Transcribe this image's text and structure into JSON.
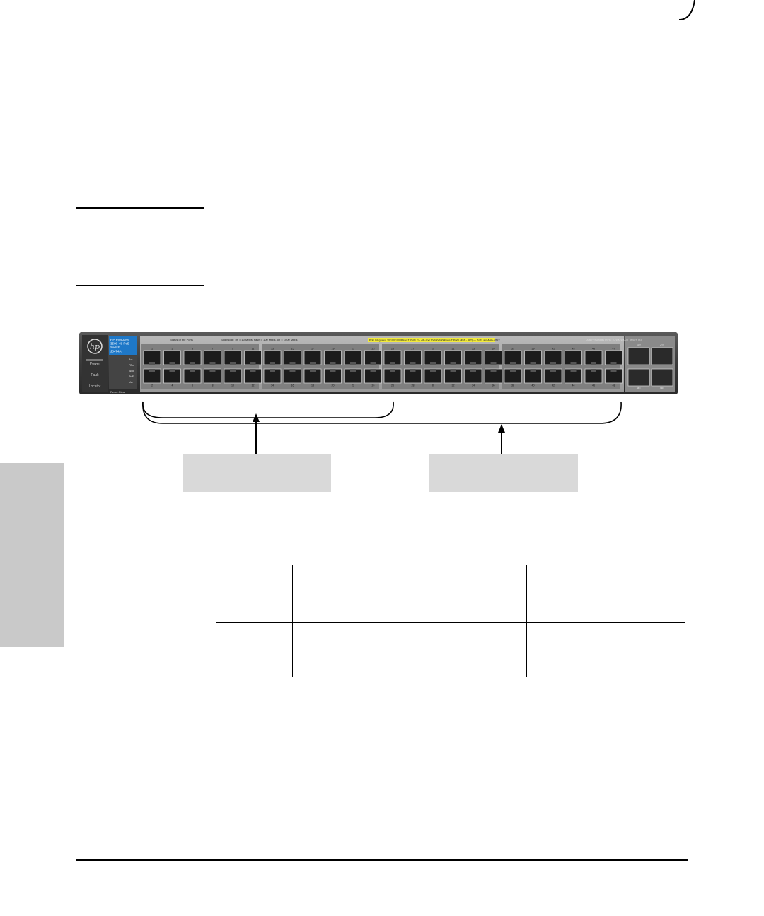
{
  "page": {
    "crop_mark": "corner-crop-mark",
    "rules": [
      "header-rule-top",
      "header-rule-bottom",
      "footer-rule"
    ],
    "side_tab": "chapter-side-tab"
  },
  "switch": {
    "brand_logo": "hp",
    "model_label": [
      "HP ProCurve",
      "3500-48-PoE",
      "Switch",
      "J8474A"
    ],
    "panel_text": {
      "lnk_header": "Status of the Ports",
      "legend": "Spd mode: off = 10 Mbps, flash = 100 Mbps, on = 1000 Mbps",
      "poe_header": "PoE Integrated 10/100/1000Base-T Ports (1 - 48) and 10/100/1000Base-T Ports (45T - 48T) — Ports are Auto-MDIX",
      "sfp_header": "Dual Personality Ports: 10/100/1000-T or SFP (B)",
      "left_buttons": [
        "Power",
        "Fault",
        "Locator"
      ],
      "mode_leds": [
        "Act",
        "FDx",
        "Spd",
        "PoE",
        "Usr"
      ],
      "reset_clear": "Reset  Clear"
    },
    "top_port_numbers": [
      "1",
      "3",
      "5",
      "7",
      "9",
      "11",
      "13",
      "15",
      "17",
      "19",
      "21",
      "23",
      "25",
      "27",
      "29",
      "31",
      "33",
      "35",
      "37",
      "39",
      "41",
      "43",
      "45",
      "47"
    ],
    "bottom_port_numbers": [
      "2",
      "4",
      "6",
      "8",
      "10",
      "12",
      "14",
      "16",
      "18",
      "20",
      "22",
      "24",
      "26",
      "28",
      "30",
      "32",
      "34",
      "36",
      "38",
      "40",
      "42",
      "44",
      "46",
      "48"
    ],
    "sfp_labels": [
      "45T",
      "47T",
      "46T",
      "48T"
    ]
  },
  "callouts": {
    "left_box": "",
    "right_box": ""
  },
  "table": {
    "header": [
      "",
      "",
      "",
      ""
    ],
    "row": [
      "",
      "",
      "",
      ""
    ]
  }
}
